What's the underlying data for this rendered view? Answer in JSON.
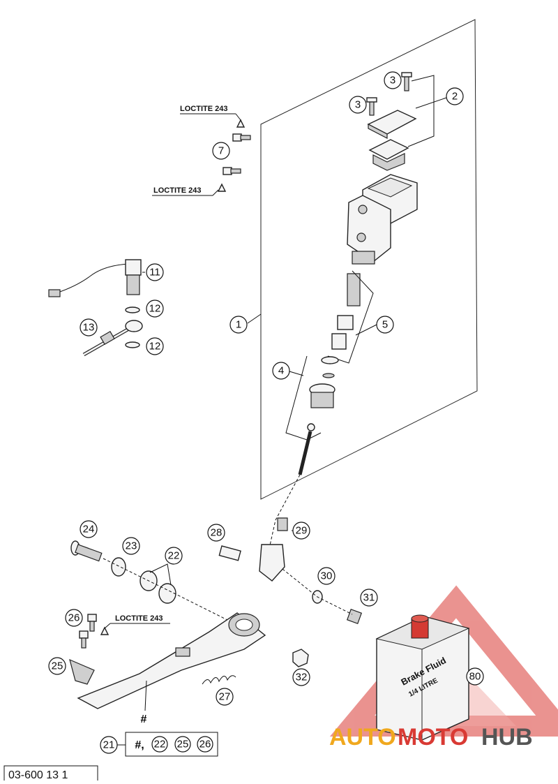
{
  "diagram": {
    "callouts": {
      "n1": "1",
      "n2": "2",
      "n3a": "3",
      "n3b": "3",
      "n4": "4",
      "n5": "5",
      "n7": "7",
      "n11": "11",
      "n12a": "12",
      "n12b": "12",
      "n13": "13",
      "n21": "21",
      "n22a": "22",
      "n22b": "22",
      "n23": "23",
      "n24": "24",
      "n25a": "25",
      "n25b": "25",
      "n26a": "26",
      "n26b": "26",
      "n27": "27",
      "n28": "28",
      "n29": "29",
      "n30": "30",
      "n31": "31",
      "n32": "32",
      "n80": "80"
    },
    "loctite": {
      "top": "LOCTITE 243",
      "middle": "LOCTITE 243",
      "bottom": "LOCTITE 243"
    },
    "hash_mark": "#",
    "legend_hash": "#,",
    "bottle": {
      "line1": "Brake Fluid",
      "line2": "1/4 LITRE"
    },
    "drawing_number": "03-600 13 1"
  },
  "watermark": {
    "part1": "AUTO",
    "part2": "MOTO",
    "part3": "HUB",
    "colors": {
      "orange": "#f0a81e",
      "red": "#d93a34",
      "gray": "#555555"
    }
  }
}
